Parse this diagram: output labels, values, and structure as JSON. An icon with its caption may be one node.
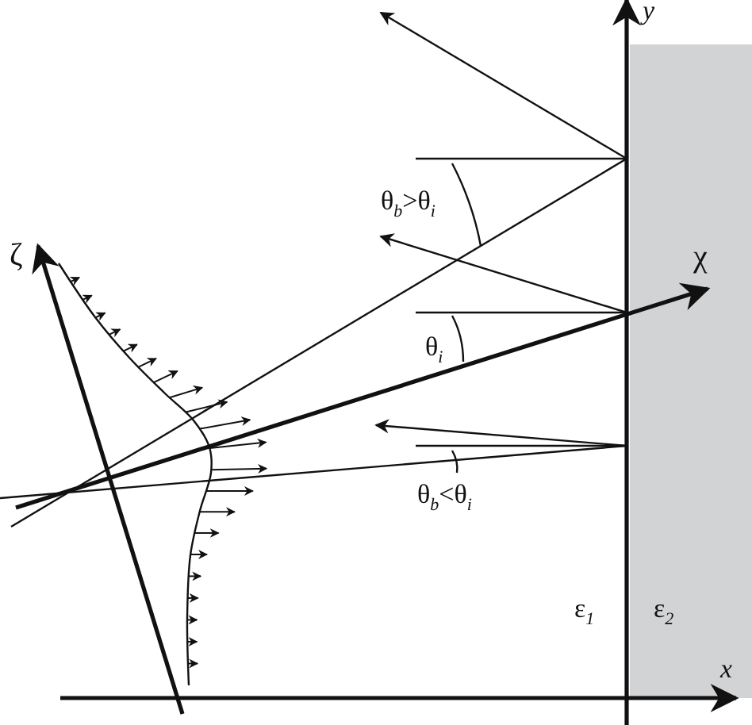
{
  "diagram": {
    "labels": [
      "y",
      "θ$_{b}$>θ$_{i}$",
      "ζ",
      "χ",
      "θ$_{i}$",
      "θ$_{b}$<θ$_{i}$",
      "ε$_{1}$",
      "ε$_{2}$",
      "x"
    ]
  }
}
